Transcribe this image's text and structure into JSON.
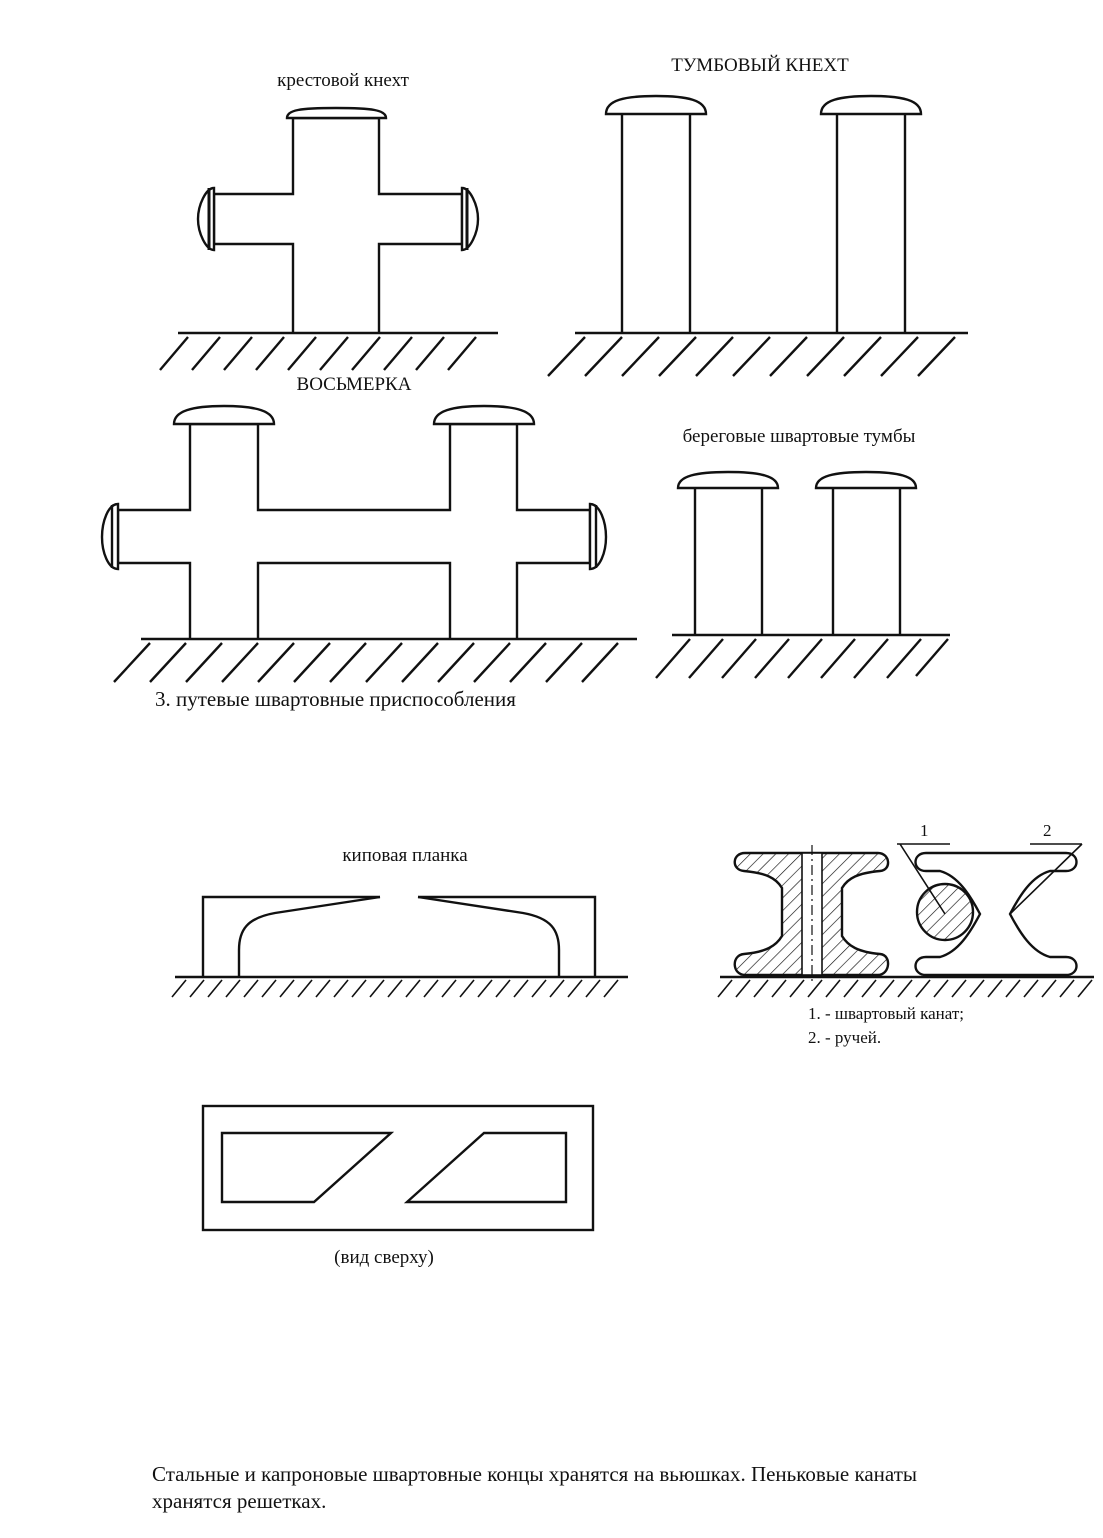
{
  "labels": {
    "cross_bitt": "крестовой кнехт",
    "bollard_bitt": "ТУМБОВЫЙ КНЕХТ",
    "eight": "ВОСЬМЕРКА",
    "shore_bollards": "береговые швартовые тумбы",
    "section_heading": "3. путевые швартовные приспособления",
    "fairlead": "киповая планка",
    "top_view": "(вид сверху)",
    "callout_1": "1",
    "callout_2": "2",
    "legend_1": "1. - швартовый канат;",
    "legend_2": "2. - ручей."
  },
  "footer": {
    "text_line1": "Стальные и капроновые швартовные концы хранятся на вьюшках. Пеньковые канаты",
    "text_line2": "хранятся решетках."
  }
}
